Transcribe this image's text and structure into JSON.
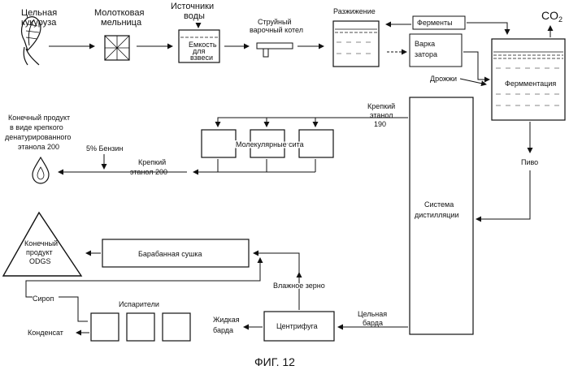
{
  "inputs": {
    "corn": [
      "Цельная",
      "кукуруза"
    ],
    "mill": [
      "Молотковая",
      "мельница"
    ],
    "water": [
      "Источники",
      "воды"
    ],
    "slurry_tank": [
      "Емкость",
      "для",
      "взвеси"
    ],
    "jet_cooker": [
      "Струйный",
      "варочный котел"
    ]
  },
  "process": {
    "liquefaction": "Разжижение",
    "enzymes": "Ферменты",
    "mash_cooking": [
      "Варка",
      "затора"
    ],
    "yeast": "Дрожжи",
    "co2": "CO",
    "co2_sub": "2",
    "fermentation": "Фермментация",
    "beer": "Пиво",
    "distillation": [
      "Система",
      "дистилляции"
    ]
  },
  "ethanol": {
    "strong_190": [
      "Крепкий",
      "этанол",
      "190"
    ],
    "sieves": "Молекулярные сита",
    "strong_200": [
      "Крепкий",
      "этанол 200"
    ],
    "gasoline": "5% Бензин",
    "final_product": [
      "Конечный продукт",
      "в виде крепкого",
      "денатурированного",
      "этанола 200"
    ]
  },
  "coproducts": {
    "whole_stillage": [
      "Цельная",
      "барда"
    ],
    "centrifuge": "Центрифуга",
    "wet_grain": "Влажное зерно",
    "thin_stillage": [
      "Жидкая",
      "барда"
    ],
    "evaporators": "Испарители",
    "syrup": "Сироп",
    "condensate": "Конденсат",
    "drum_dryer": "Барабанная сушка",
    "odgs_product": [
      "Конечный",
      "продукт",
      "ODGS"
    ]
  },
  "caption": "ФИГ. 12"
}
